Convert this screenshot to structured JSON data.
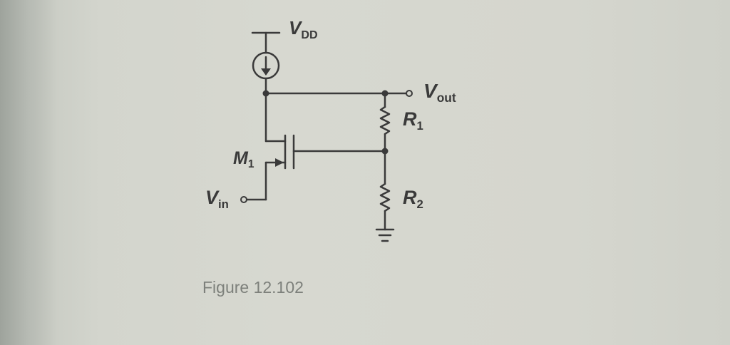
{
  "figure": {
    "caption": "Figure 12.102"
  },
  "labels": {
    "vdd": {
      "main": "V",
      "sub": "DD"
    },
    "vout": {
      "main": "V",
      "sub": "out"
    },
    "r1": {
      "main": "R",
      "sub": "1"
    },
    "r2": {
      "main": "R",
      "sub": "2"
    },
    "m1": {
      "main": "M",
      "sub": "1"
    },
    "vin": {
      "main": "V",
      "sub": "in"
    }
  },
  "colors": {
    "wire": "#3a3a3a",
    "background": "#d5d6ce"
  }
}
